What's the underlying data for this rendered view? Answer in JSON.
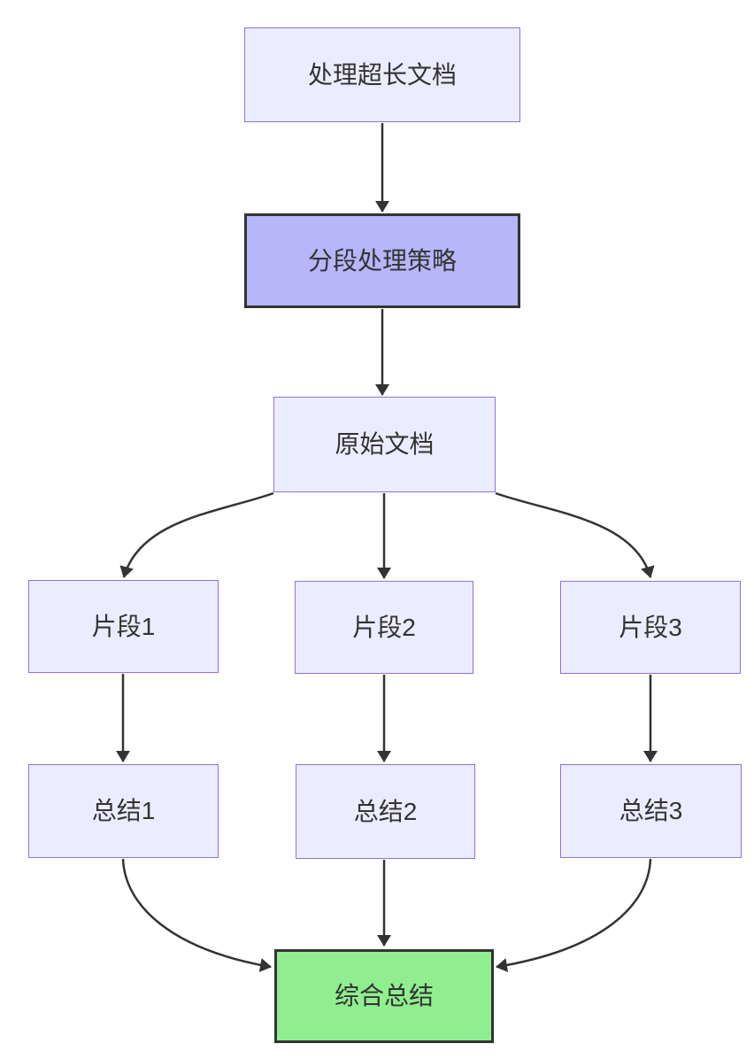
{
  "diagram": {
    "type": "flowchart",
    "direction": "top-down",
    "nodes": [
      {
        "id": "A",
        "label": "处理超长文档",
        "style": "default"
      },
      {
        "id": "B",
        "label": "分段处理策略",
        "style": "highlight"
      },
      {
        "id": "C",
        "label": "原始文档",
        "style": "default"
      },
      {
        "id": "D1",
        "label": "片段1",
        "style": "default"
      },
      {
        "id": "D2",
        "label": "片段2",
        "style": "default"
      },
      {
        "id": "D3",
        "label": "片段3",
        "style": "default"
      },
      {
        "id": "E1",
        "label": "总结1",
        "style": "default"
      },
      {
        "id": "E2",
        "label": "总结2",
        "style": "default"
      },
      {
        "id": "E3",
        "label": "总结3",
        "style": "default"
      },
      {
        "id": "F",
        "label": "综合总结",
        "style": "final"
      }
    ],
    "edges": [
      {
        "from": "处理超长文档",
        "to": "分段处理策略"
      },
      {
        "from": "分段处理策略",
        "to": "原始文档"
      },
      {
        "from": "原始文档",
        "to": "片段1"
      },
      {
        "from": "原始文档",
        "to": "片段2"
      },
      {
        "from": "原始文档",
        "to": "片段3"
      },
      {
        "from": "片段1",
        "to": "总结1"
      },
      {
        "from": "片段2",
        "to": "总结2"
      },
      {
        "from": "片段3",
        "to": "总结3"
      },
      {
        "from": "总结1",
        "to": "综合总结"
      },
      {
        "from": "总结2",
        "to": "综合总结"
      },
      {
        "from": "总结3",
        "to": "综合总结"
      }
    ],
    "colors": {
      "background": "#FFFFFF",
      "node_fill": "#ECECFF",
      "node_border": "#9370DB",
      "highlight_fill": "#B6B6F8",
      "final_fill": "#90EE90",
      "emphasis_border": "#333333",
      "edge": "#333333",
      "text": "#333333"
    }
  }
}
